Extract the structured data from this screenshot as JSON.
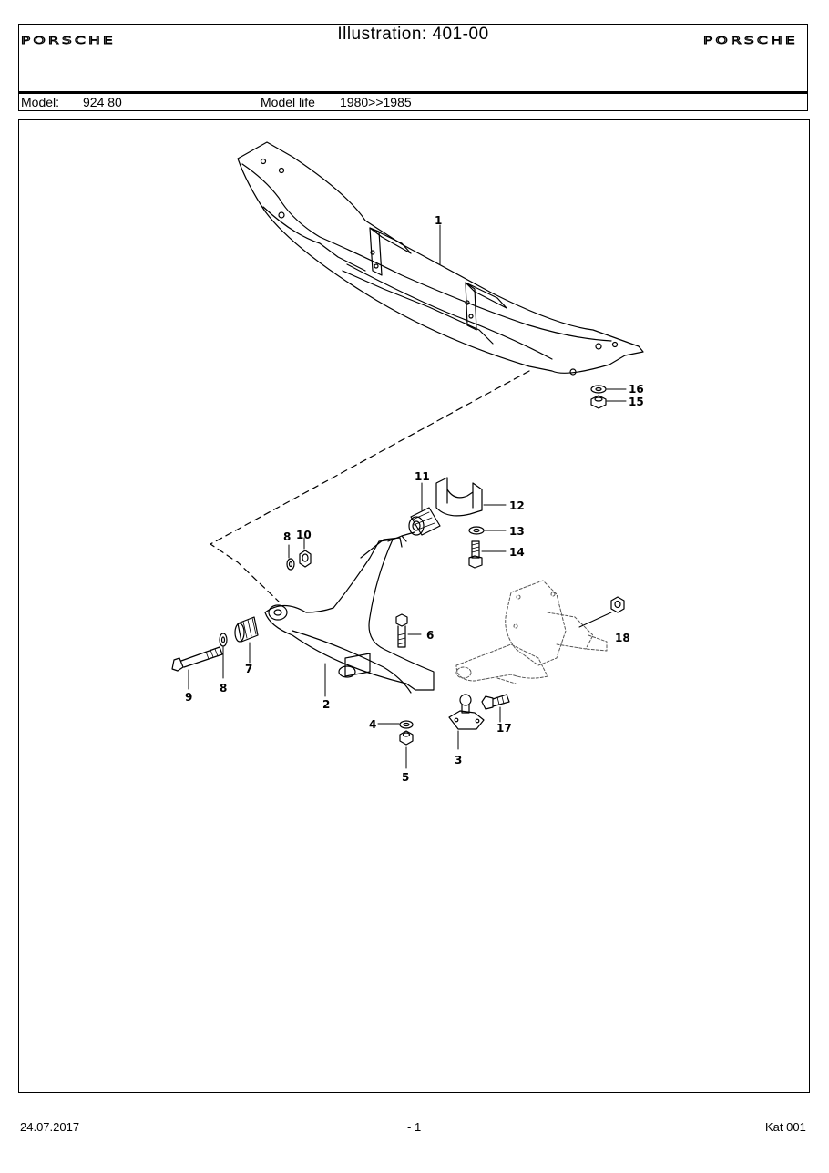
{
  "header": {
    "brand_left": "PORSCHE",
    "brand_right": "PORSCHE",
    "title": "Illustration: 401-00",
    "model_label": "Model:",
    "model_value": "924 80",
    "model_life_label": "Model life",
    "model_life_value": "1980>>1985"
  },
  "callouts": {
    "c1": "1",
    "c2": "2",
    "c3": "3",
    "c4": "4",
    "c5": "5",
    "c6": "6",
    "c7": "7",
    "c8a": "8",
    "c8b": "8",
    "c9": "9",
    "c10": "10",
    "c11": "11",
    "c12": "12",
    "c13": "13",
    "c14": "14",
    "c15": "15",
    "c16": "16",
    "c17": "17",
    "c18": "18"
  },
  "footer": {
    "date": "24.07.2017",
    "page": "- 1",
    "catalog": "Kat 001"
  }
}
